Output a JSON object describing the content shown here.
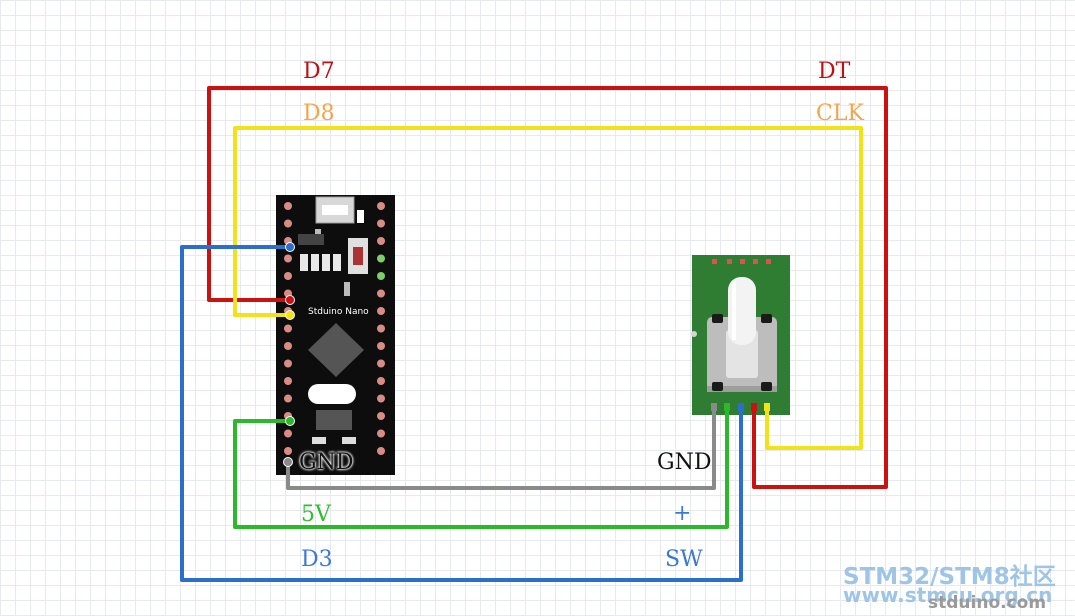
{
  "diagram": {
    "board_name": "Stduino Nano",
    "labels": {
      "d7": "D7",
      "dt": "DT",
      "d8": "D8",
      "clk": "CLK",
      "gnd_board": "GND",
      "gnd_encoder": "GND",
      "v5": "5V",
      "plus": "+",
      "d3": "D3",
      "sw": "SW"
    },
    "colors": {
      "red": "#cc1111",
      "yellow": "#f2e21a",
      "gray": "#8a8a8a",
      "green": "#2bb82b",
      "blue": "#2b6fcc",
      "label_red": "#bb1111",
      "label_orange": "#f3a64a",
      "label_green": "#2fbf2f",
      "label_blue": "#3a78d6",
      "label_dark": "#111111",
      "board": "#0d0d0d",
      "encoder_pcb": "#2f7d32",
      "pin_pad": "#d98c86"
    },
    "watermark": {
      "line1": "STM32/STM8社区",
      "line2": "www.stmcu.org.cn",
      "line3": "stduino.com"
    }
  }
}
